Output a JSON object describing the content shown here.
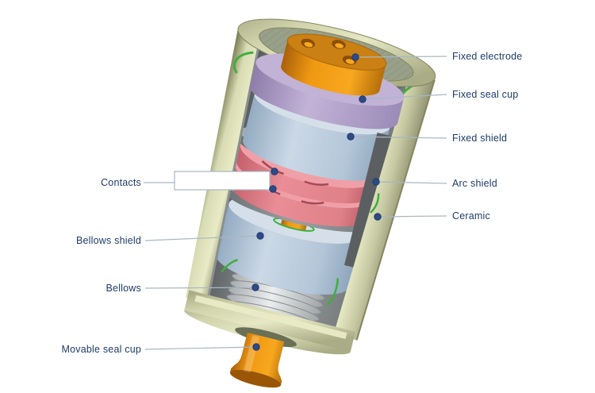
{
  "figure": {
    "subject": "Vacuum interrupter cutaway diagram",
    "labels": {
      "fixed_electrode": "Fixed electrode",
      "fixed_seal_cup": "Fixed seal cup",
      "fixed_shield": "Fixed shield",
      "arc_shield": "Arc shield",
      "ceramic": "Ceramic",
      "contacts": "Contacts",
      "bellows_shield": "Bellows shield",
      "bellows": "Bellows",
      "movable_seal_cup": "Movable seal cup"
    },
    "colors": {
      "label_text": "#1d3c69",
      "leader_line": "#a8b8c4",
      "leader_dot": "#2e4a87",
      "electrode_orange": "#f09812",
      "seal_cup_purple": "#b3a2c9",
      "shield_blue": "#bccbdc",
      "contacts_pink": "#e4858d",
      "ceramic_khaki": "#cdcfa8",
      "interior_gray": "#8d9293",
      "gasket_green": "#3fae3f"
    }
  }
}
